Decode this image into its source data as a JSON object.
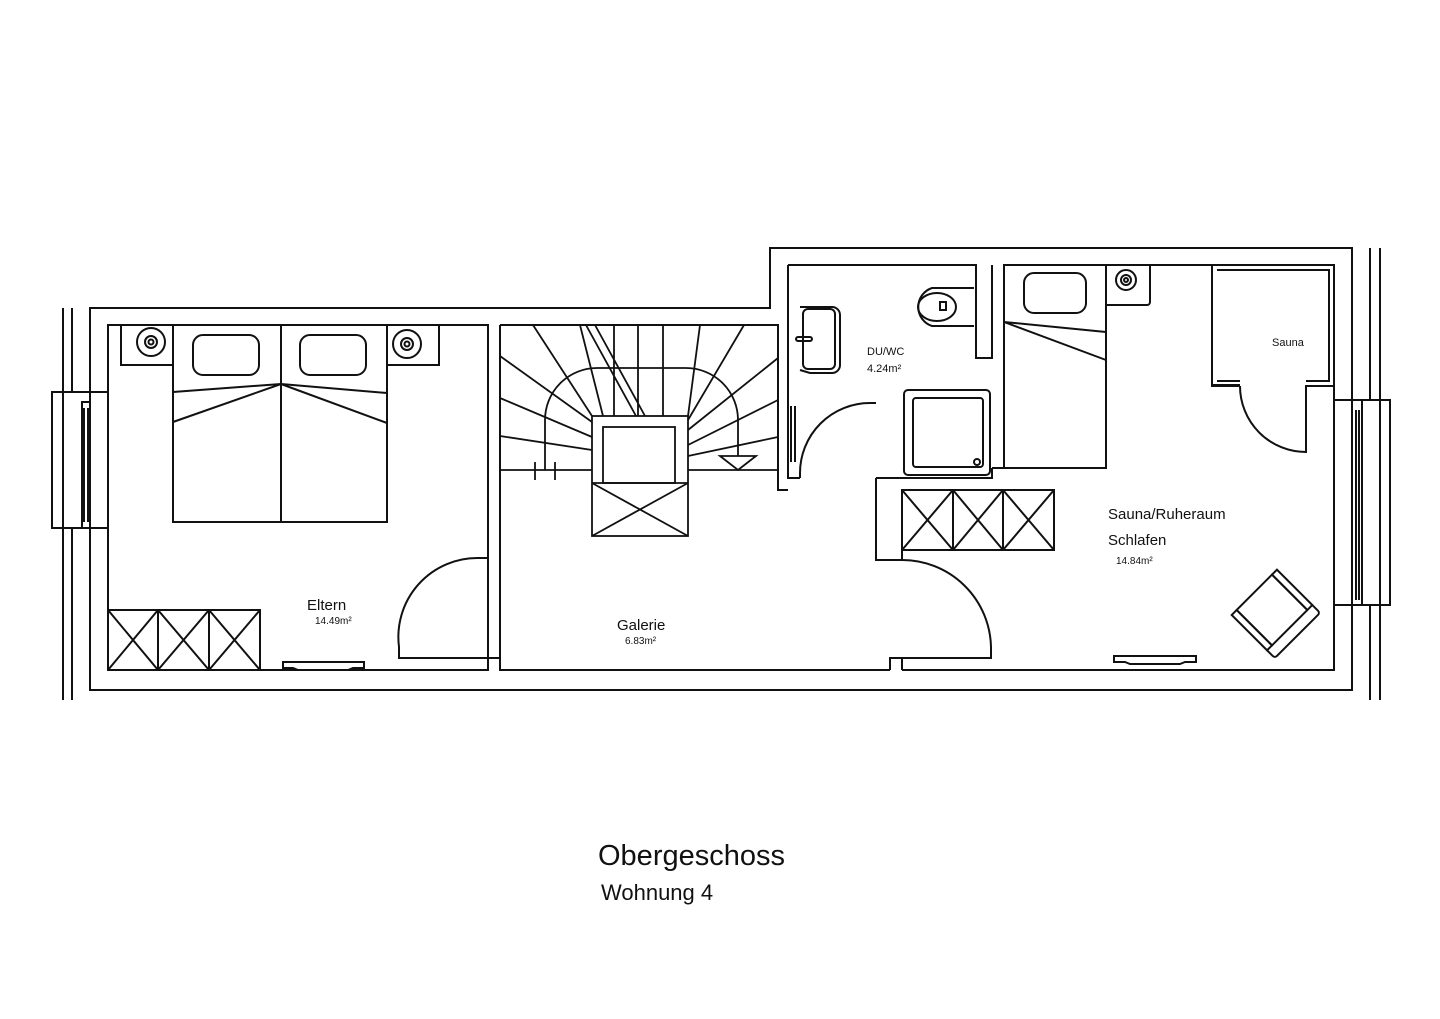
{
  "plan": {
    "title": "Obergeschoss",
    "subtitle": "Wohnung 4",
    "line_color": "#111111",
    "background": "#ffffff"
  },
  "rooms": {
    "eltern": {
      "name": "Eltern",
      "area": "14.49m²"
    },
    "galerie": {
      "name": "Galerie",
      "area": "6.83m²"
    },
    "duwc": {
      "name": "DU/WC",
      "area": "4.24m²"
    },
    "sauna_ruheraum": {
      "name": "Sauna/Ruheraum",
      "name2": "Schlafen",
      "area": "14.84m²"
    },
    "sauna": {
      "name": "Sauna"
    }
  }
}
